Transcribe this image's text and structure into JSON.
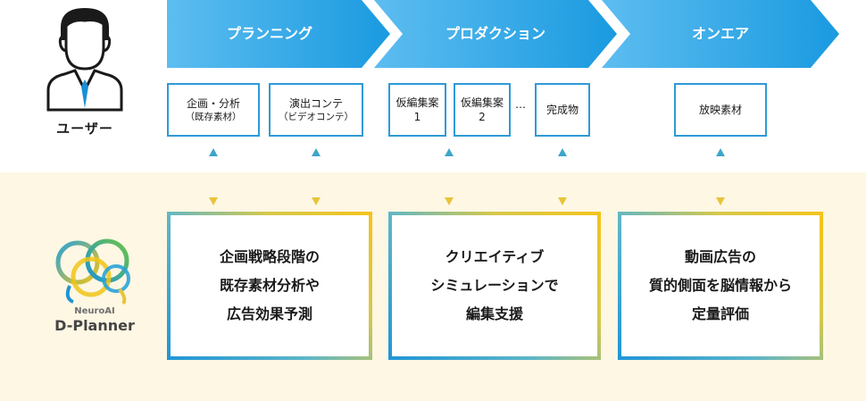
{
  "user": {
    "label": "ユーザー",
    "icon": "user-icon"
  },
  "stages": [
    {
      "label": "プランニング"
    },
    {
      "label": "プロダクション"
    },
    {
      "label": "オンエア"
    }
  ],
  "documents": [
    {
      "line1": "企画・分析",
      "line2": "（既存素材）"
    },
    {
      "line1": "演出コンテ",
      "line2": "（ビデオコンテ）"
    },
    {
      "line1": "仮編集案",
      "line2": "1"
    },
    {
      "line1": "仮編集案",
      "line2": "2"
    },
    {
      "line1": "完成物"
    },
    {
      "line1": "放映素材"
    }
  ],
  "ellipsis": "…",
  "results": [
    {
      "lines": [
        "企画戦略段階の",
        "既存素材分析や",
        "広告効果予測"
      ]
    },
    {
      "lines": [
        "クリエイティブ",
        "シミュレーションで",
        "編集支援"
      ]
    },
    {
      "lines": [
        "動画広告の",
        "質的側面を脳情報から",
        "定量評価"
      ]
    }
  ],
  "logo": {
    "small": "NeuroAI",
    "big": "D-Planner",
    "icon": "neuroai-brain-logo"
  },
  "colors": {
    "arrow_start": "#4fb5ec",
    "arrow_end": "#1595dc",
    "box_border": "#2f9ad6",
    "band": "#fdf7e4",
    "connector_top": "#3ea6c8",
    "connector_bottom": "#e8c43a"
  }
}
